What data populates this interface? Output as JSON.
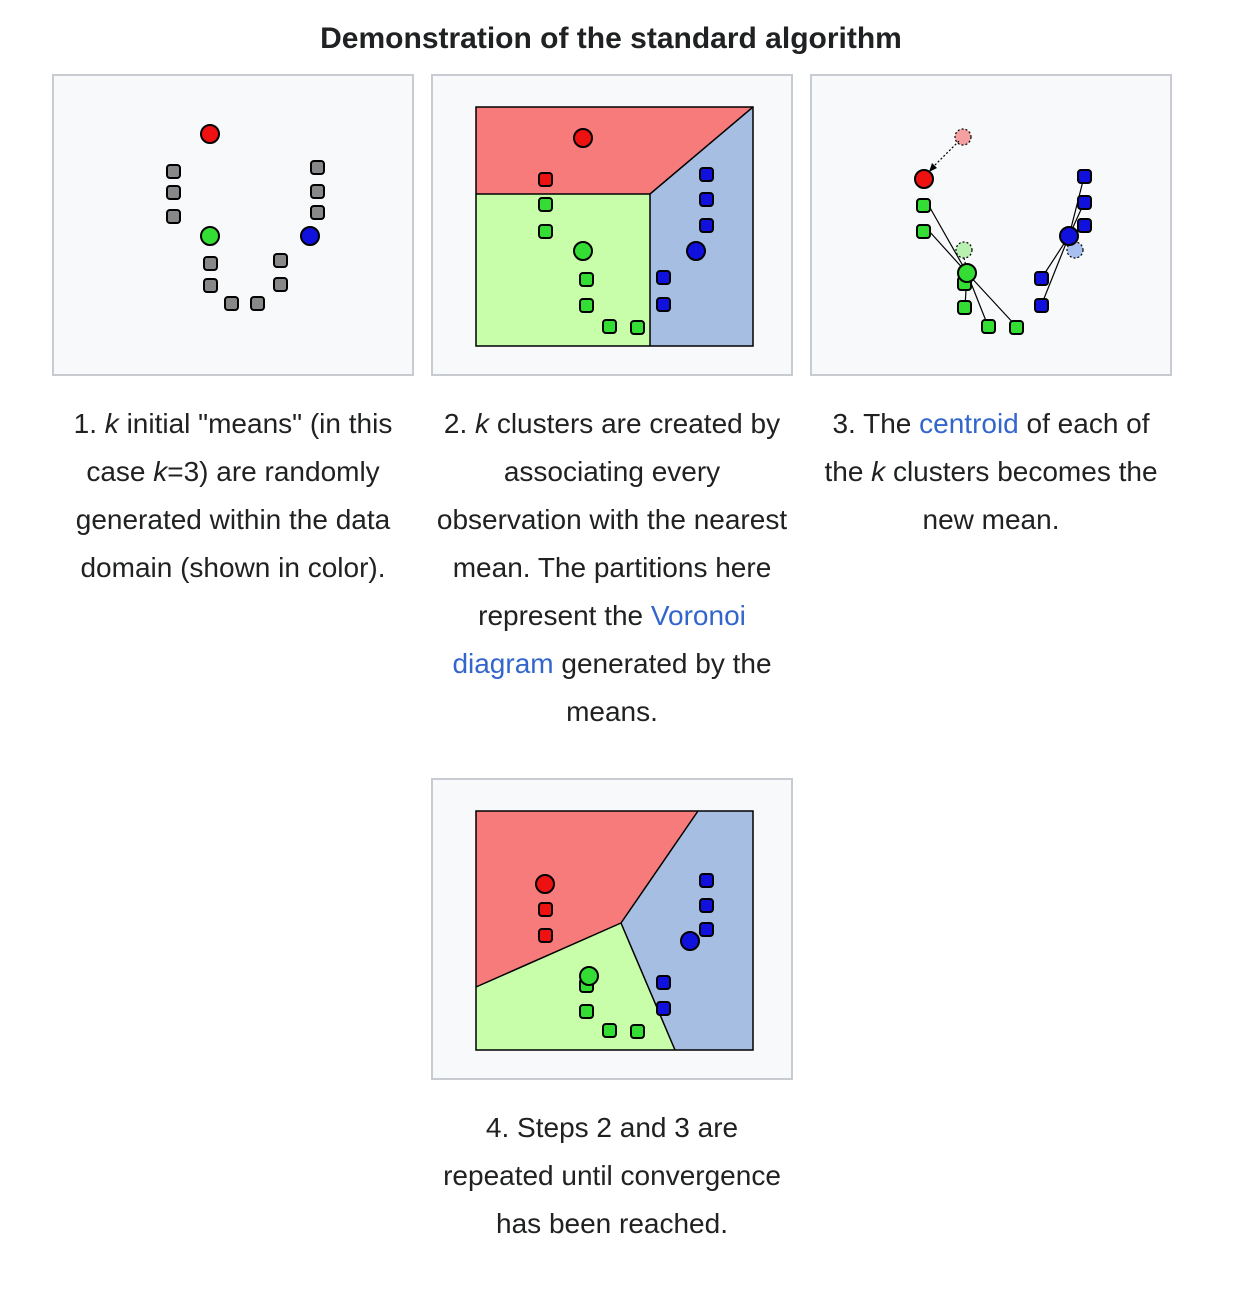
{
  "title": "Demonstration of the standard algorithm",
  "colors": {
    "red": "#ee1111",
    "green": "#33dd33",
    "blue": "#1111dd",
    "gray": "#888888",
    "region_red": "#f77b7b",
    "region_green": "#c8fdaa",
    "region_blue": "#a7bee3",
    "link": "#3366cc"
  },
  "steps": [
    {
      "number": "1.",
      "parts": [
        {
          "text": "k",
          "style": "italic"
        },
        {
          "text": " initial \"means\" (in this case ",
          "style": "plain"
        },
        {
          "text": "k",
          "style": "italic"
        },
        {
          "text": "=3) are randomly generated within the data domain (shown in color).",
          "style": "plain"
        }
      ]
    },
    {
      "number": "2.",
      "parts": [
        {
          "text": "k",
          "style": "italic"
        },
        {
          "text": " clusters are created by associating every observation with the nearest mean. The partitions here represent the ",
          "style": "plain"
        },
        {
          "text": "Voronoi diagram",
          "style": "link"
        },
        {
          "text": " generated by the means.",
          "style": "plain"
        }
      ]
    },
    {
      "number": "3.",
      "parts": [
        {
          "text": "The ",
          "style": "plain"
        },
        {
          "text": "centroid",
          "style": "link"
        },
        {
          "text": " of each of the ",
          "style": "plain"
        },
        {
          "text": "k",
          "style": "italic"
        },
        {
          "text": " clusters becomes the new mean.",
          "style": "plain"
        }
      ]
    },
    {
      "number": "4.",
      "parts": [
        {
          "text": "Steps 2 and 3 are repeated until convergence has been reached.",
          "style": "plain"
        }
      ]
    }
  ]
}
